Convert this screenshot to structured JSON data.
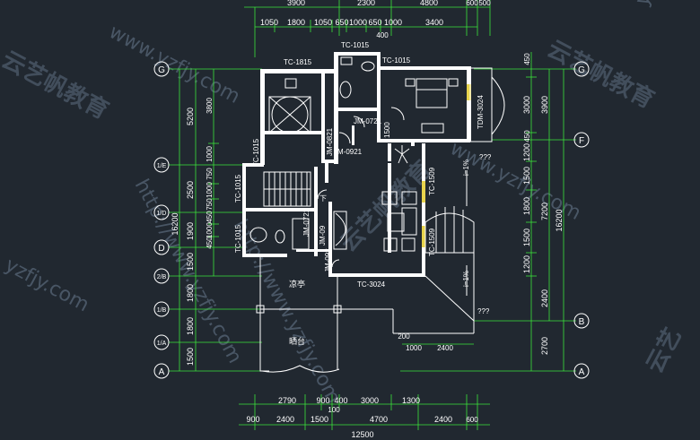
{
  "top_dims": {
    "row1": [
      "3900",
      "2300",
      "4800",
      "600",
      "500"
    ],
    "row2": [
      "1050",
      "1800",
      "1050",
      "650",
      "1000",
      "650",
      "1000",
      "3400"
    ],
    "sub": "400"
  },
  "bottom_dims": {
    "row1": [
      "2790",
      "900",
      "400",
      "3000",
      "1300"
    ],
    "row1_sub": "100",
    "row2": [
      "900",
      "2400",
      "1500",
      "4700",
      "2400",
      "600"
    ],
    "total": "12500"
  },
  "small_dims": {
    "d200": "200",
    "d1000": "1000",
    "d2400": "2400"
  },
  "left_dims": {
    "outer": [
      "5200",
      "2500",
      "1900",
      "1500",
      "1800",
      "1800",
      "1500"
    ],
    "inner": [
      "3800",
      "1000",
      "750",
      "1000",
      "750",
      "450",
      "1000",
      "450"
    ],
    "total": "16200"
  },
  "right_dims": {
    "inner": [
      "450",
      "3000",
      "450",
      "1200",
      "1500",
      "1800",
      "1500",
      "1200",
      "2400",
      "2700"
    ],
    "outer": [
      "3900",
      "7200"
    ],
    "total": "16200"
  },
  "axes_left": [
    "G",
    "1/E",
    "1/D",
    "D",
    "2/B",
    "1/B",
    "1/A",
    "A"
  ],
  "axes_right": [
    "G",
    "F",
    "B",
    "A"
  ],
  "labels": {
    "tc1815": "TC-1815",
    "tc1015_top": "TC-1015",
    "tc1015_right": "TC-1015",
    "tc1015_v1": "TC-1015",
    "tc1015_v2": "TC-1015",
    "tc1015_v3": "TC-1015",
    "jm0721": "JM-0721",
    "jm0921": "JM-0921",
    "jm0721b": "JM-0721",
    "jm09": "JM-09",
    "jm092": "JM-092",
    "jm0821": "JM-0821",
    "tc1509a": "TC-1509",
    "tc1509b": "TC-1509",
    "tc3024": "TC-3024",
    "tdm3024": "TDM-3024",
    "n1500": "1500",
    "up": "下",
    "q1": "???",
    "q2": "???",
    "ipct1": "i=1%",
    "ipct2": "i=1%"
  },
  "rooms": {
    "pavilion": "凉亭",
    "terrace": "晒台"
  },
  "watermarks": {
    "url1": "www.yzfjy.com",
    "url2": "http://www.yzfjy.com",
    "url3": "www.yzfjy.com",
    "url4": "http://www.yzfjy.com",
    "url5": "yzfjy.com",
    "url6": "yzfjy",
    "brand1": "云艺帆教育",
    "brand2": "云艺帆教育",
    "brand3": "云艺帆教育",
    "brand4": "云艺"
  },
  "colors": {
    "background": "#212830",
    "dimension": "#3be43b",
    "lines": "#ffffff",
    "accent": "#e8d44d",
    "watermark": "#6b7d92"
  }
}
